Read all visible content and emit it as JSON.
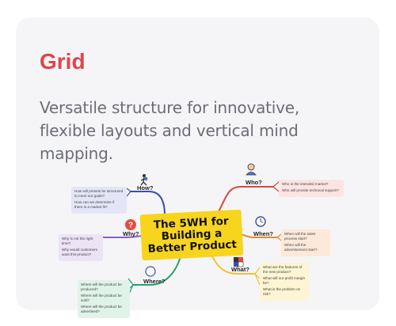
{
  "header": {
    "title": "Grid",
    "subtitle": "Versatile structure for innovative, flexible layouts and vertical mind mapping."
  },
  "mindmap": {
    "center": {
      "lines": [
        "The 5WH for",
        "Building a",
        "Better Product"
      ]
    },
    "branches": {
      "who": {
        "label": "Who?",
        "notes": [
          "Who is the intended market?",
          "Who will provide technical support?"
        ]
      },
      "when": {
        "label": "When?",
        "notes": [
          "When will the sales process start?",
          "When will the advertisement start?"
        ]
      },
      "what": {
        "label": "What?",
        "notes": [
          "What are the features of the new product?",
          "What will our profit margin be?",
          "What is the problem on risk?"
        ]
      },
      "how": {
        "label": "How?",
        "notes": [
          "How will presets be structured to meet our goals?",
          "How can we determine if there is a market fit?"
        ]
      },
      "why": {
        "label": "Why?",
        "notes": [
          "Why is not the right time?",
          "Why would customers want this product?"
        ]
      },
      "where": {
        "label": "Where?",
        "notes": [
          "Where will the product be produced?",
          "Where will the product be sold?",
          "Where will the product be advertised?"
        ]
      }
    },
    "colors": {
      "who": "#d9483b",
      "when": "#e68a2e",
      "what": "#f0c330",
      "how": "#3c4ea6",
      "why": "#8a5cc4",
      "where": "#27a06b"
    },
    "icons": {
      "who": "person-icon",
      "when": "clock-icon",
      "what": "shapes-icon",
      "how": "hiker-icon",
      "why": "question-icon",
      "where": "compass-icon"
    }
  }
}
